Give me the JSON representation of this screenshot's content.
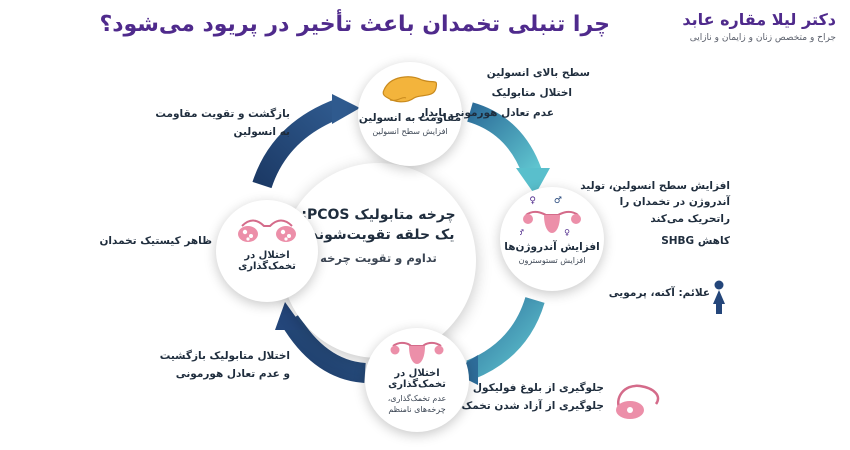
{
  "header": {
    "title": "چرا تنبلی تخمدان باعث تأخیر در پریود می‌شود؟",
    "brand_name": "دکتر لیلا مقاره عابد",
    "brand_subtitle": "جراح و متخصص زنان و زایمان و نازایی"
  },
  "center": {
    "line1": "چرخه متابولیک PCOS:",
    "line2": "یک حلقه تقویت‌شونده",
    "line3": "تداوم و تقویت چرخه"
  },
  "nodes": {
    "top": {
      "title": "مقاومت به انسولین",
      "sub": "افزایش سطح انسولین"
    },
    "right": {
      "title": "افزایش آندروژن‌ها",
      "sub": "افزایش تستوسترون"
    },
    "bottom": {
      "title": "اختلال در تخمک‌گذاری",
      "sub1": "عدم تخمک‌گذاری،",
      "sub2": "چرخه‌های نامنظم"
    },
    "left": {
      "title": "اختلال در تخمک‌گذاری"
    }
  },
  "labels": {
    "top_right": [
      "سطح بالای انسولین",
      "اختلال متابولیک",
      "عدم تعادل هورمونی پایدار"
    ],
    "right": [
      "افزایش سطح انسولین، تولید",
      "آندروژن در تخمدان را",
      "راتحریک می‌کند",
      "کاهش SHBG"
    ],
    "symptoms": "علائم: آکنه، پرمویی",
    "bottom_right": [
      "جلوگیری از بلوغ فولیکول",
      "جلوگیری از آزاد شدن تخمک"
    ],
    "bottom_left": [
      "اختلال متابولیک بازگشیت",
      "و عدم تعادل هورمونی"
    ],
    "left": "ظاهر کیستیک تخمدان",
    "top_left": [
      "بازگشت و تقویت مقاومت",
      "به انسولین"
    ]
  },
  "colors": {
    "title": "#4f2a8c",
    "teal": "#4fb3c3",
    "navy": "#24467a",
    "ovary_pink": "#ec8fa9"
  }
}
